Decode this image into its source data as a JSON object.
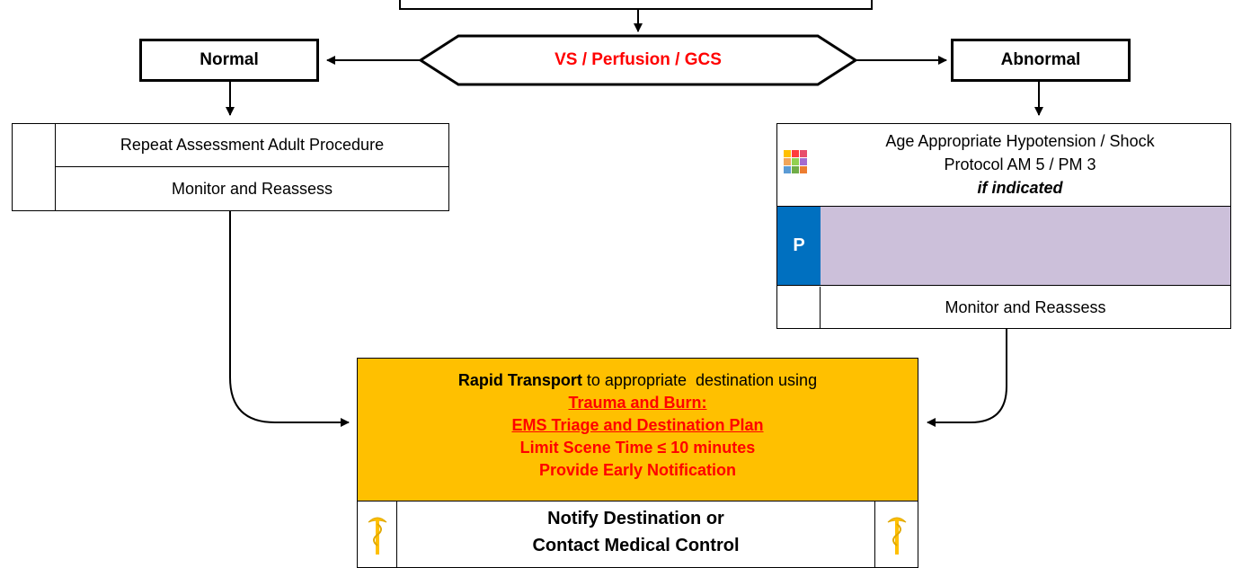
{
  "decision": {
    "label": "VS / Perfusion / GCS",
    "color": "#ff0000"
  },
  "normal": {
    "label": "Normal"
  },
  "abnormal": {
    "label": "Abnormal"
  },
  "left_box": {
    "row1": "Repeat Assessment Adult Procedure",
    "row2": "Monitor and Reassess"
  },
  "right_box": {
    "line1": "Age Appropriate Hypotension / Shock",
    "line2": "Protocol AM 5 / PM 3",
    "line3": "if indicated",
    "p_label": "P",
    "monitor": "Monitor and Reassess",
    "p_color": "#0070c0",
    "purple_color": "#ccc0da"
  },
  "transport": {
    "lead_bold": "Rapid Transport",
    "lead_rest": " to appropriate  destination using",
    "link1": "Trauma and Burn:",
    "link2": "EMS Triage and Destination Plan",
    "line3": "Limit Scene Time ≤  10 minutes",
    "line4": "Provide Early Notification",
    "bg_color": "#ffc000"
  },
  "notify": {
    "line1": "Notify Destination or",
    "line2": "Contact Medical Control",
    "icon": "caduceus-icon"
  }
}
